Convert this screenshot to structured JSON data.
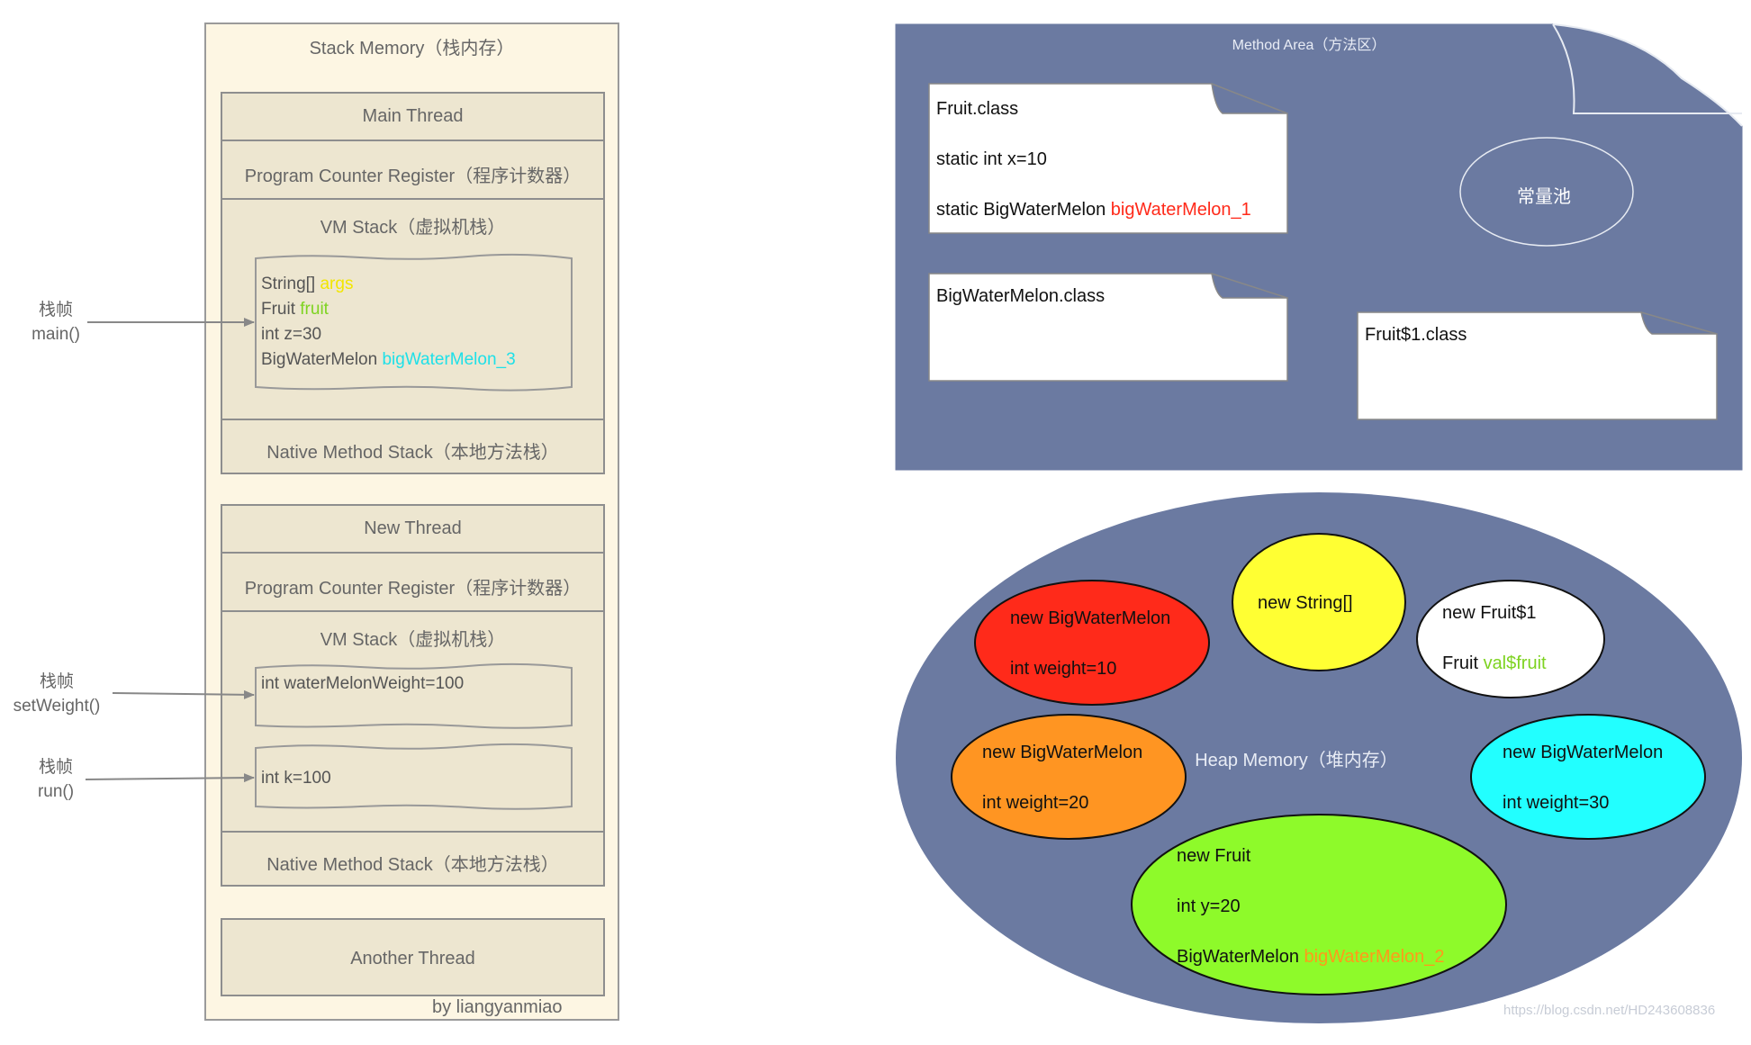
{
  "stack": {
    "title": "Stack Memory（栈内存）",
    "main_thread": {
      "name": "Main Thread",
      "pcr": "Program Counter Register（程序计数器）",
      "vm_stack": "VM Stack（虚拟机栈）",
      "frame": {
        "line1_type": "String[] ",
        "line1_var": "args",
        "line2_type": "Fruit ",
        "line2_var": "fruit",
        "line3": "int z=30",
        "line4_type": "BigWaterMelon ",
        "line4_var": "bigWaterMelon_3"
      },
      "native": "Native Method Stack（本地方法栈）"
    },
    "new_thread": {
      "name": "New Thread",
      "pcr": "Program Counter Register（程序计数器）",
      "vm_stack": "VM Stack（虚拟机栈）",
      "frame1": "int waterMelonWeight=100",
      "frame2": "int k=100",
      "native": "Native Method Stack（本地方法栈）"
    },
    "another_thread": "Another Thread",
    "signature": "by liangyanmiao"
  },
  "side_labels": {
    "main": {
      "l1": "栈帧",
      "l2": "main()"
    },
    "setweight": {
      "l1": "栈帧",
      "l2": "setWeight()"
    },
    "run": {
      "l1": "栈帧",
      "l2": "run()"
    }
  },
  "method_area": {
    "title": "Method Area（方法区）",
    "fruit_class": {
      "name": "Fruit.class",
      "line1": "static int x=10",
      "line2_type": "static BigWaterMelon ",
      "line2_var": "bigWaterMelon_1"
    },
    "bigwatermelon_class": "BigWaterMelon.class",
    "fruit1_class": "Fruit$1.class",
    "constant_pool": "常量池"
  },
  "heap": {
    "title": "Heap Memory（堆内存）",
    "red": {
      "line1": "new BigWaterMelon",
      "line2": "int weight=10"
    },
    "yellow": {
      "line1": "new String[]"
    },
    "white": {
      "line1": "new Fruit$1",
      "line2_type": "Fruit ",
      "line2_var": "val$fruit"
    },
    "orange": {
      "line1": "new BigWaterMelon",
      "line2": "int weight=20"
    },
    "cyan": {
      "line1": "new BigWaterMelon",
      "line2": "int weight=30"
    },
    "green": {
      "line1": "new Fruit",
      "line2": "int y=20",
      "line3_type": "BigWaterMelon ",
      "line3_var": "bigWaterMelon_2"
    }
  },
  "watermark": "https://blog.csdn.net/HD243608836",
  "colors": {
    "stack_bg": "#fdf6e3",
    "thread_bg": "#ede6d0",
    "area_bg": "#6b7aa1",
    "args_color": "#f2e600",
    "fruit_color": "#7ed321",
    "bwm3_color": "#1ee0e8",
    "bwm1_color": "#ff2a1a",
    "bwm2_color": "#ff9a1a",
    "valfruit_color": "#7ed321",
    "heap_red": "#ff2a1a",
    "heap_yellow": "#ffff33",
    "heap_white": "#ffffff",
    "heap_orange": "#ff9522",
    "heap_cyan": "#22ffff",
    "heap_green": "#8efa2a"
  }
}
